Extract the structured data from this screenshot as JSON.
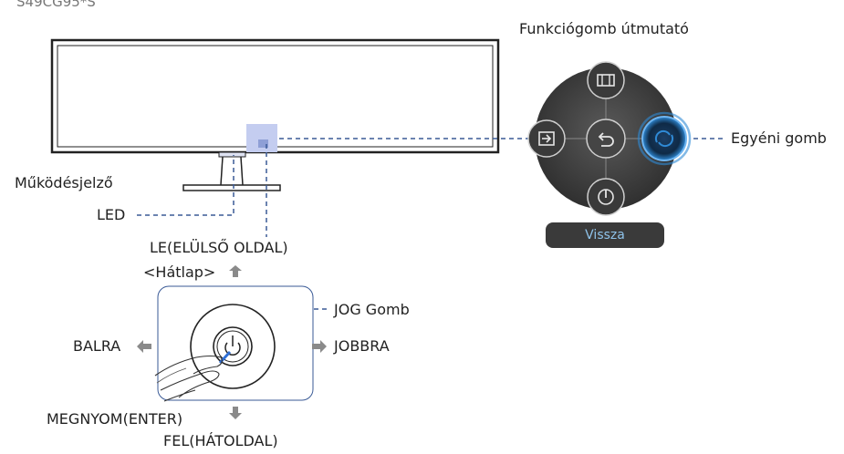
{
  "model_label": "S49CG95*S",
  "labels": {
    "function_guide": "Funkciógomb útmutató",
    "custom_button": "Egyéni gomb",
    "power_indicator": "Működésjelző",
    "led": "LED",
    "down_front": "LE(ELÜLSŐ OLDAL)",
    "back_panel": "<Hátlap>",
    "jog_button": "JOG Gomb",
    "left": "BALRA",
    "right": "JOBBRA",
    "press_enter": "MEGNYOM(ENTER)",
    "up_back": "FEL(HÁTOLDAL)"
  },
  "back_button_label": "Vissza",
  "icons": {
    "top": "picture-size-icon",
    "left": "source-input-icon",
    "center": "return-icon",
    "right": "custom-key-icon",
    "bottom": "power-icon"
  },
  "colors": {
    "dashed_line": "#3a5a96",
    "highlight_ring": "#2f8ad6",
    "arrow": "#8a8a8a",
    "led_area": "#b9c4ea"
  }
}
